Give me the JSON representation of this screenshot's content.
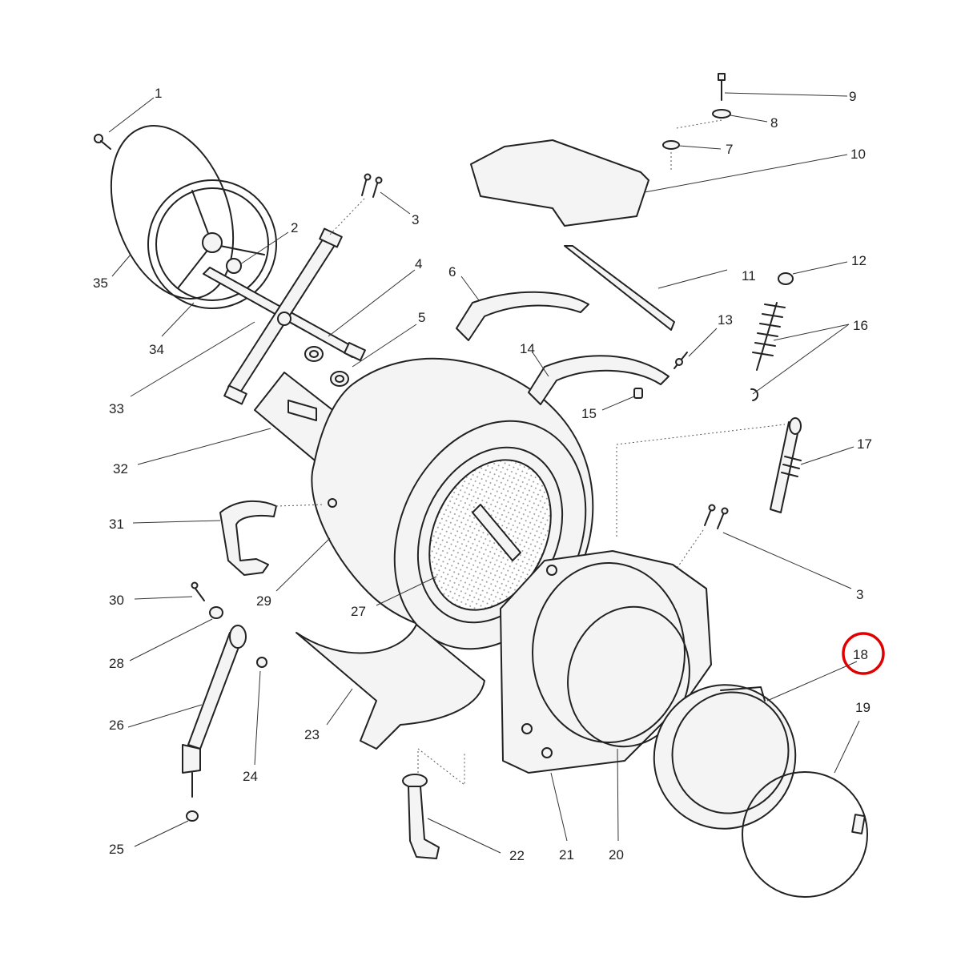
{
  "highlight": {
    "part": "18",
    "color": "#e00000"
  },
  "labels": {
    "p1": "1",
    "p2": "2",
    "p3a": "3",
    "p3b": "3",
    "p4": "4",
    "p5": "5",
    "p6": "6",
    "p7": "7",
    "p8": "8",
    "p9": "9",
    "p10": "10",
    "p11": "11",
    "p12": "12",
    "p13": "13",
    "p14": "14",
    "p15": "15",
    "p16": "16",
    "p17": "17",
    "p18": "18",
    "p19": "19",
    "p20": "20",
    "p21": "21",
    "p22": "22",
    "p23": "23",
    "p24": "24",
    "p25": "25",
    "p26": "26",
    "p27": "27",
    "p28": "28",
    "p29": "29",
    "p30": "30",
    "p31": "31",
    "p32": "32",
    "p33": "33",
    "p34": "34",
    "p35": "35"
  }
}
